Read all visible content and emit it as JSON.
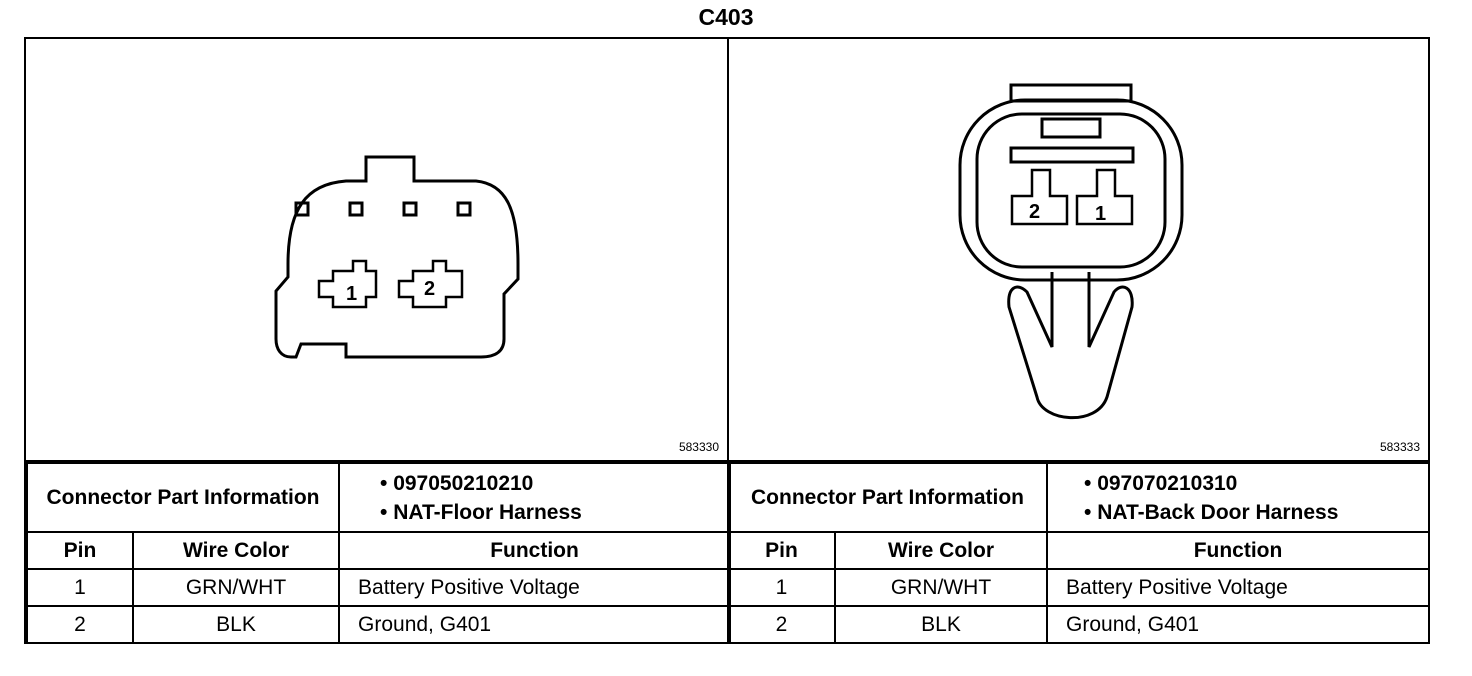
{
  "title": "C403",
  "connectors": [
    {
      "figure_id": "583330",
      "info_label": "Connector Part Information",
      "part_number": "097050210210",
      "harness": "NAT-Floor Harness",
      "headers": {
        "pin": "Pin",
        "wire_color": "Wire Color",
        "function": "Function"
      },
      "pins": [
        {
          "pin": "1",
          "wire_color": "GRN/WHT",
          "function": "Battery Positive Voltage"
        },
        {
          "pin": "2",
          "wire_color": "BLK",
          "function": "Ground, G401"
        }
      ],
      "cavity_labels": [
        "1",
        "2"
      ]
    },
    {
      "figure_id": "583333",
      "info_label": "Connector Part Information",
      "part_number": "097070210310",
      "harness": "NAT-Back Door Harness",
      "headers": {
        "pin": "Pin",
        "wire_color": "Wire Color",
        "function": "Function"
      },
      "pins": [
        {
          "pin": "1",
          "wire_color": "GRN/WHT",
          "function": "Battery Positive Voltage"
        },
        {
          "pin": "2",
          "wire_color": "BLK",
          "function": "Ground, G401"
        }
      ],
      "cavity_labels": [
        "2",
        "1"
      ]
    }
  ]
}
